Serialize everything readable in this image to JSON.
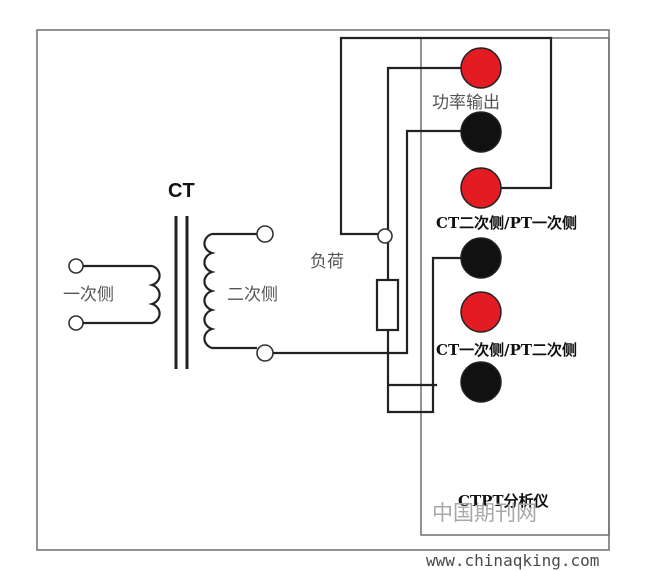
{
  "labels": {
    "ct_title": "CT",
    "primary_side": "一次侧",
    "secondary_side": "二次侧",
    "load": "负荷",
    "power_output": "功率输出",
    "ct_secondary_pt_primary": "CT二次侧/PT一次侧",
    "ct_primary_pt_secondary": "CT一次侧/PT二次侧",
    "analyzer": "CTPT分析仪"
  },
  "watermark": {
    "source_cn": "中国期刊网",
    "source_url": "www.chinaqking.com"
  },
  "colors": {
    "terminal_red": "#e31b23",
    "terminal_black": "#111111",
    "wire": "#222222",
    "frame": "#6e6e6e"
  }
}
